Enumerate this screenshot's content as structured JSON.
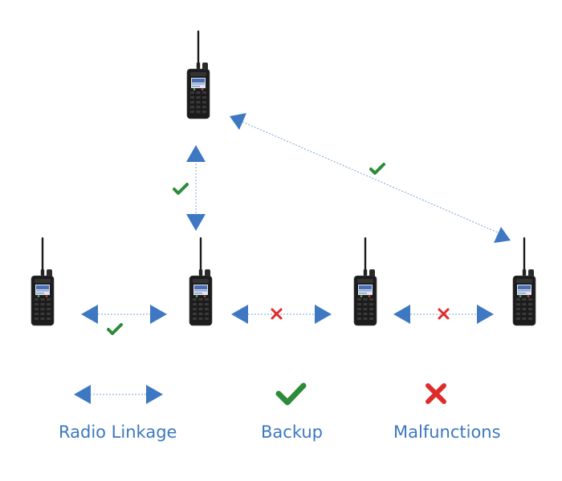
{
  "nodes": [
    {
      "id": "radio-top",
      "label": "radio"
    },
    {
      "id": "radio-1",
      "label": "radio"
    },
    {
      "id": "radio-2",
      "label": "radio"
    },
    {
      "id": "radio-3",
      "label": "radio"
    },
    {
      "id": "radio-4",
      "label": "radio"
    }
  ],
  "links": [
    {
      "from": "radio-top",
      "to": "radio-2",
      "status": "backup"
    },
    {
      "from": "radio-top",
      "to": "radio-4",
      "status": "backup"
    },
    {
      "from": "radio-1",
      "to": "radio-2",
      "status": "backup"
    },
    {
      "from": "radio-2",
      "to": "radio-3",
      "status": "malfunction"
    },
    {
      "from": "radio-3",
      "to": "radio-4",
      "status": "malfunction"
    }
  ],
  "legend": {
    "linkage_label": "Radio Linkage",
    "backup_label": "Backup",
    "malfunction_label": "Malfunctions"
  },
  "colors": {
    "arrow": "#3f78c2",
    "link_line": "#7aa2d6",
    "check": "#2e8b3a",
    "cross": "#e02b2b",
    "radio_body": "#1c1c1c",
    "screen": "#4a6fb5"
  }
}
